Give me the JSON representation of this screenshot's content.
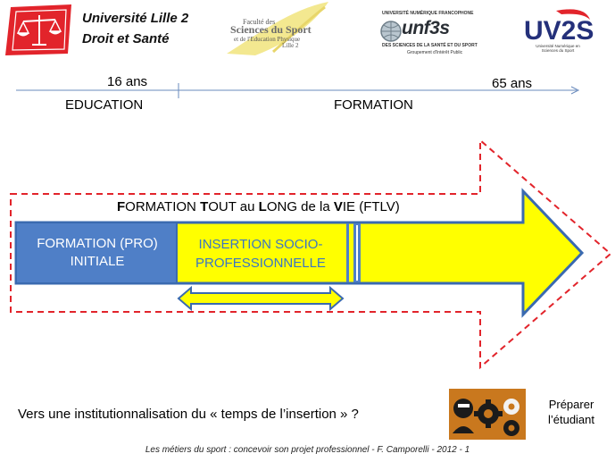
{
  "header": {
    "lille_line1": "Université Lille 2",
    "lille_line2": "Droit et Santé",
    "staps_line1": "Faculté des",
    "staps_line2": "Sciences du Sport",
    "staps_line3": "et de l'Education Physique",
    "staps_line4": "Lille 2",
    "unf3s_top": "UNIVERSITÉ NUMÉRIQUE FRANCOPHONE",
    "unf3s_main": "unf3s",
    "unf3s_mid": "DES SCIENCES DE LA SANTÉ ET DU SPORT",
    "unf3s_bottom": "Groupement d'Intérêt Public",
    "uv2s_main": "UV2S",
    "uv2s_sub": "Université Numérique en Sciences du Sport"
  },
  "timeline": {
    "age_start": "16 ans",
    "age_end": "65 ans",
    "label_left": "EDUCATION",
    "label_right": "FORMATION"
  },
  "banner": {
    "title_parts": [
      "F",
      "ORMATION ",
      "T",
      "OUT au ",
      "L",
      "ONG de la ",
      "V",
      "IE (FTLV)"
    ],
    "initial_line1": "FORMATION (PRO)",
    "initial_line2": "INITIALE",
    "insertion_line1": "INSERTION SOCIO-",
    "insertion_line2": "PROFESSIONNELLE"
  },
  "question": "Vers une institutionnalisation du « temps de l’insertion » ?",
  "prepare": {
    "line1": "Préparer",
    "line2": "l’étudiant"
  },
  "footer": "Les métiers du sport : concevoir son projet professionnel - F. Camporelli - 2012 - 1",
  "colors": {
    "blue": "#4f7fc7",
    "yellow": "#ffff00",
    "red_dashed": "#e2242b",
    "arrow_border": "#3a6ab0",
    "logo_red": "#e2242b",
    "icon_box": "#c9781e"
  }
}
